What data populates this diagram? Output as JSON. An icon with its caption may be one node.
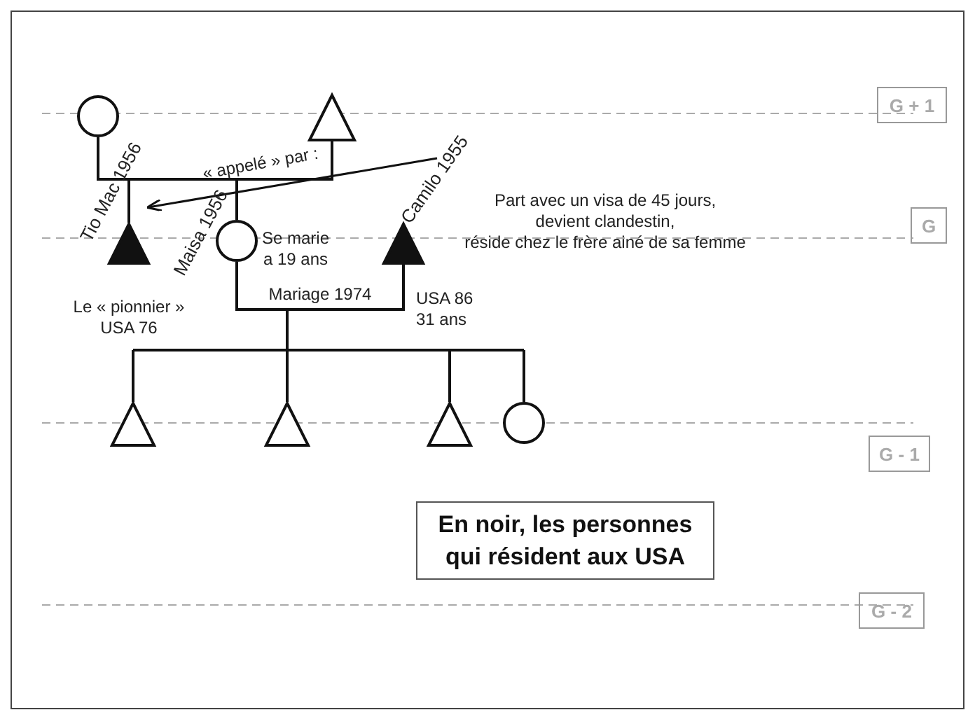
{
  "diagram": {
    "nodes": [
      {
        "text": [],
        "shape": "circle"
      },
      {
        "text": [],
        "shape": "triangle"
      },
      {
        "text": [
          "Tio Mac 1956"
        ],
        "beside": [
          "Le « pionnier » USA 76"
        ]
      },
      {
        "text": [
          "Maisa 1956"
        ],
        "beside": [
          "Se marie a 19 ans"
        ]
      },
      {
        "text": [
          "Camilo 1955"
        ],
        "beside": [
          "USA 86 31 ans",
          "Part avec un visa de 45 jours, devient clandestin, réside chez le frère ainé de sa femme"
        ]
      },
      {
        "text": [],
        "shape": "triangle"
      },
      {
        "text": [],
        "shape": "triangle"
      },
      {
        "text": [],
        "shape": "triangle"
      },
      {
        "text": [],
        "shape": "circle"
      },
      {
        "text": [
          "En noir, les personnes qui résident aux USA"
        ]
      },
      {
        "text": [
          "G + 1"
        ]
      },
      {
        "text": [
          "G"
        ]
      },
      {
        "text": [
          "G - 1"
        ]
      },
      {
        "text": [
          "G - 2"
        ]
      }
    ],
    "edges": [
      {
        "from": 0,
        "to": 1,
        "arrow": "none"
      },
      {
        "from": 0,
        "to": 2,
        "arrow": "none"
      },
      {
        "from": 1,
        "to": 2,
        "arrow": "none"
      },
      {
        "from": 0,
        "to": 3,
        "arrow": "none"
      },
      {
        "from": 1,
        "to": 3,
        "arrow": "none"
      },
      {
        "from": 4,
        "to": 2,
        "arrow": "to",
        "label": "« appelé » par :"
      },
      {
        "from": 3,
        "to": 4,
        "arrow": "none",
        "label": "Mariage 1974"
      },
      {
        "from": 3,
        "to": 5,
        "arrow": "none"
      },
      {
        "from": 3,
        "to": 6,
        "arrow": "none"
      },
      {
        "from": 3,
        "to": 7,
        "arrow": "none"
      },
      {
        "from": 3,
        "to": 8,
        "arrow": "none"
      },
      {
        "from": 4,
        "to": 5,
        "arrow": "none"
      },
      {
        "from": 4,
        "to": 6,
        "arrow": "none"
      },
      {
        "from": 4,
        "to": 7,
        "arrow": "none"
      },
      {
        "from": 4,
        "to": 8,
        "arrow": "none"
      }
    ]
  }
}
